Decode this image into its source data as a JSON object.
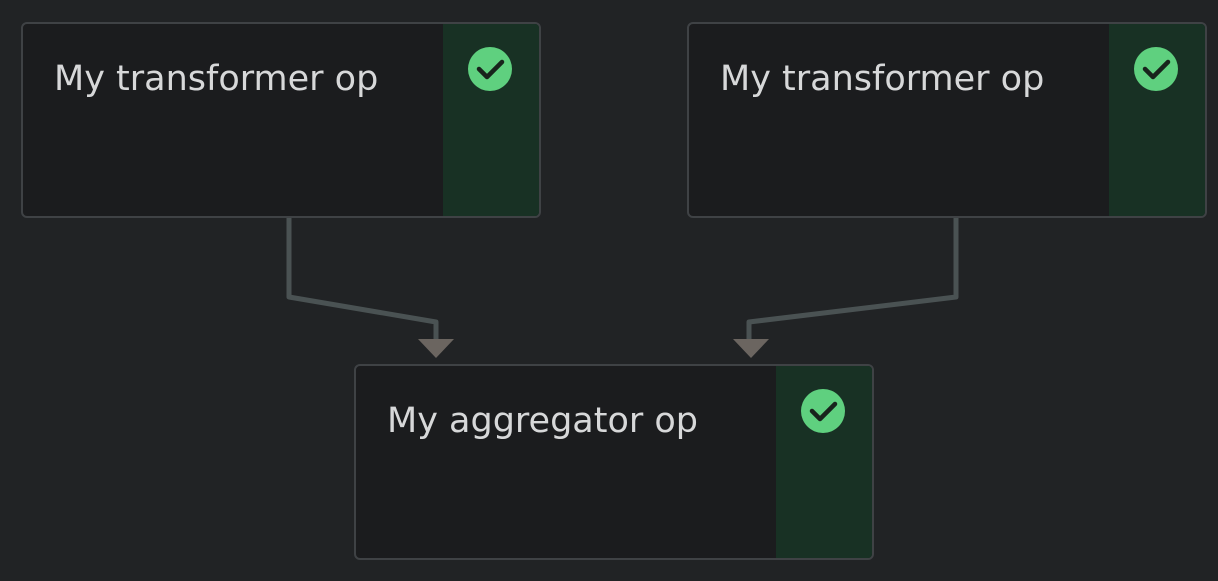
{
  "graph": {
    "nodes": [
      {
        "id": "transformer-1",
        "label": "My transformer op",
        "status_icon": "check-circle-icon"
      },
      {
        "id": "transformer-2",
        "label": "My transformer op",
        "status_icon": "check-circle-icon"
      },
      {
        "id": "aggregator",
        "label": "My aggregator op",
        "status_icon": "check-circle-icon"
      }
    ],
    "edges": [
      {
        "from": "transformer-1",
        "to": "aggregator"
      },
      {
        "from": "transformer-2",
        "to": "aggregator"
      }
    ],
    "colors": {
      "background": "#212325",
      "node_fill": "#1b1c1e",
      "node_border": "#3f4245",
      "status_panel": "#183124",
      "success": "#5fd07f",
      "edge": "#4a5253",
      "arrowhead": "#6b6560",
      "label": "#d7d8d9"
    }
  }
}
